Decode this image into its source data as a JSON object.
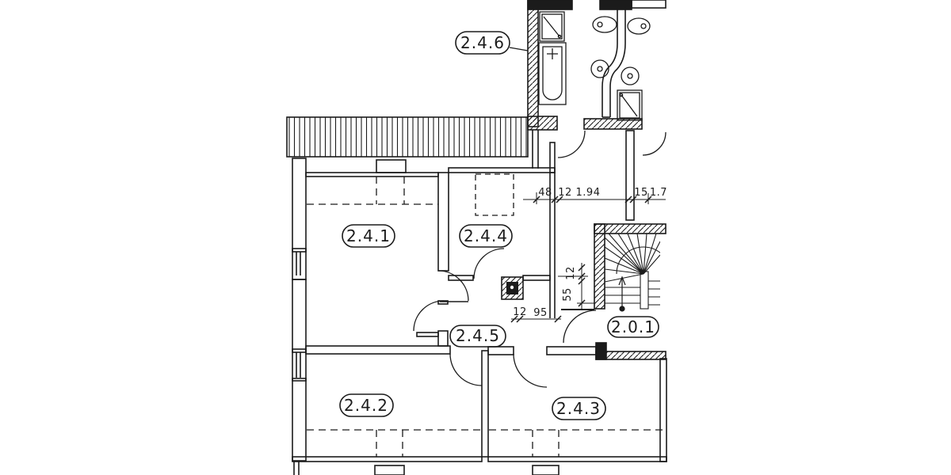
{
  "plan": {
    "rooms": [
      {
        "id": "2.4.6"
      },
      {
        "id": "2.4.1"
      },
      {
        "id": "2.4.4"
      },
      {
        "id": "2.4.5"
      },
      {
        "id": "2.0.1"
      },
      {
        "id": "2.4.2"
      },
      {
        "id": "2.4.3"
      }
    ],
    "dimensions": {
      "top_row": [
        "48",
        "12",
        "1.94",
        "15",
        "1.7"
      ],
      "hall": [
        "12",
        "95"
      ],
      "stair_vertical": [
        "12",
        "55"
      ]
    },
    "colors": {
      "line": "#1b1b1b",
      "background": "#ffffff"
    }
  }
}
